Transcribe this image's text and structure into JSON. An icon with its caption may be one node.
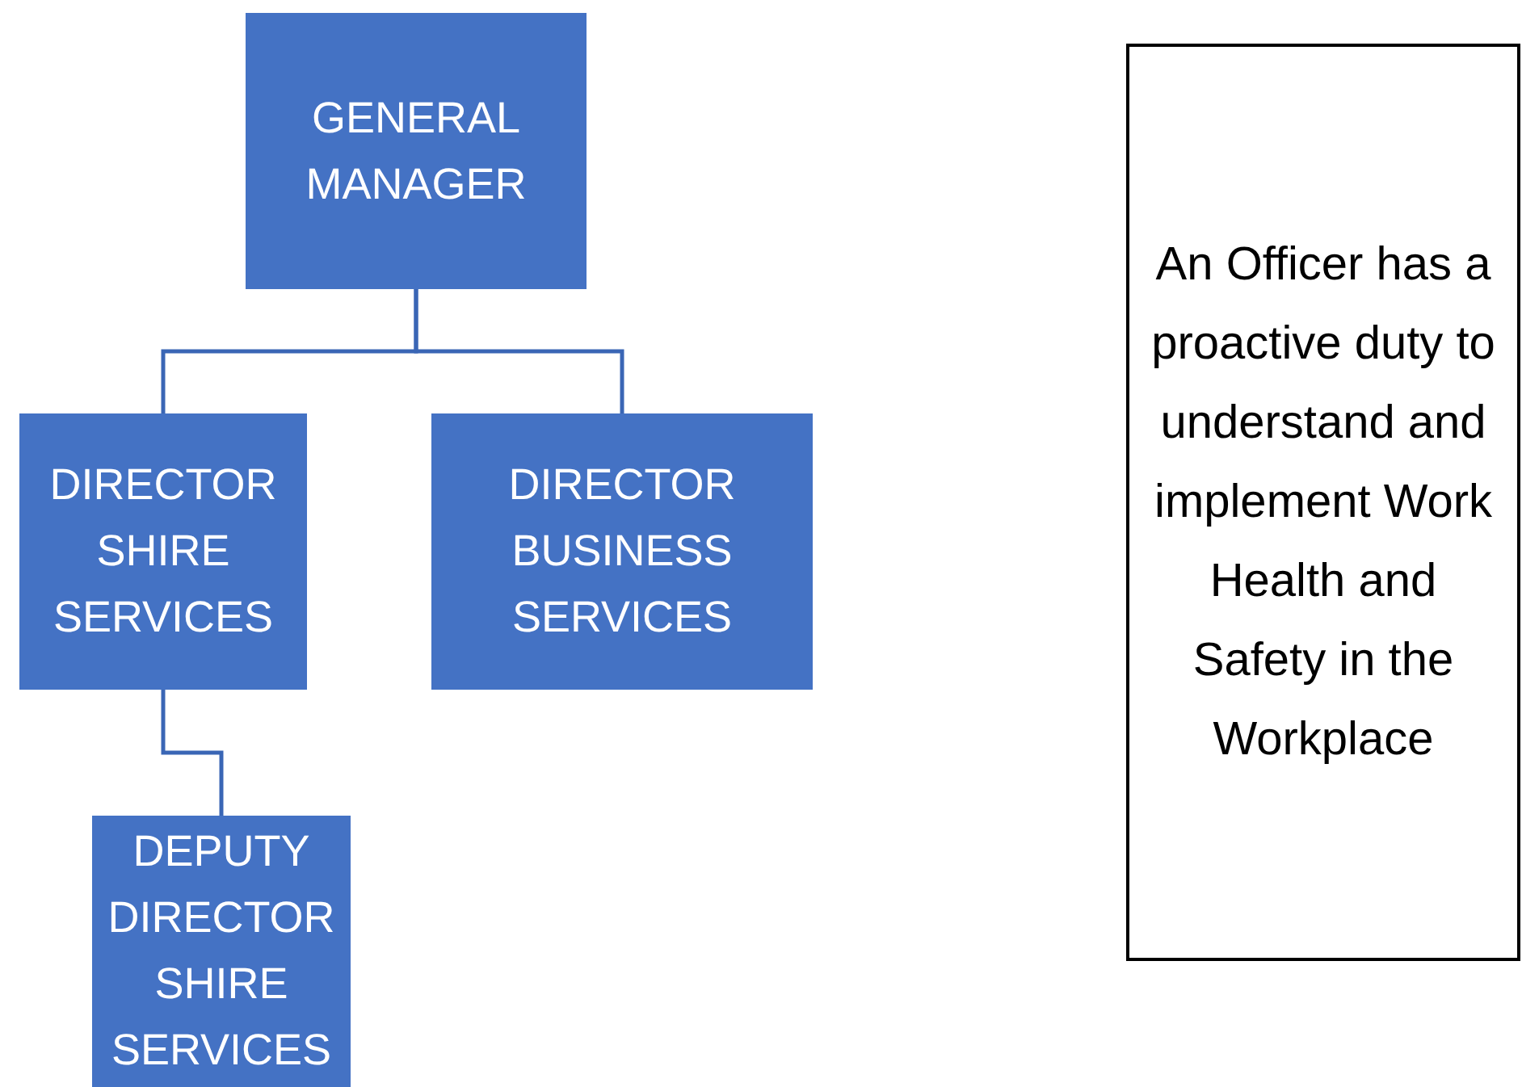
{
  "diagram": {
    "nodes": [
      {
        "text": [
          "GENERAL MANAGER"
        ]
      },
      {
        "text": [
          "DIRECTOR SHIRE SERVICES"
        ]
      },
      {
        "text": [
          "DIRECTOR BUSINESS SERVICES"
        ]
      },
      {
        "text": [
          "DEPUTY DIRECTOR SHIRE SERVICES"
        ]
      },
      {
        "text": [
          "An Officer has a proactive duty to understand and implement Work Health and Safety in the Workplace"
        ]
      }
    ],
    "edges": [
      {
        "from": 0,
        "to": 1,
        "arrow": "none"
      },
      {
        "from": 0,
        "to": 2,
        "arrow": "none"
      },
      {
        "from": 1,
        "to": 3,
        "arrow": "none"
      }
    ]
  }
}
